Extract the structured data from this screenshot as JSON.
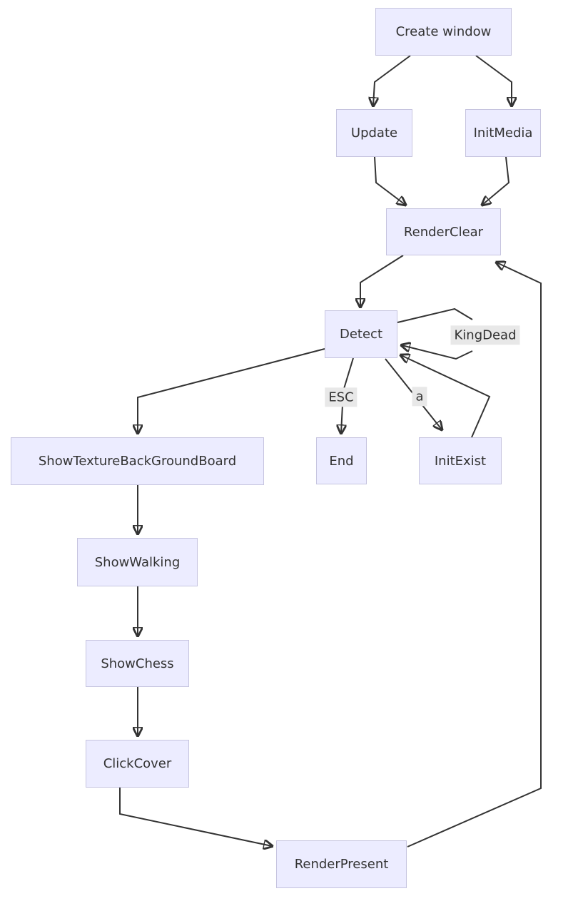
{
  "diagram": {
    "type": "flowchart",
    "direction": "top-down",
    "nodes": {
      "create_window": {
        "label": "Create window"
      },
      "update": {
        "label": "Update"
      },
      "init_media": {
        "label": "InitMedia"
      },
      "render_clear": {
        "label": "RenderClear"
      },
      "detect": {
        "label": "Detect"
      },
      "show_texture": {
        "label": "ShowTextureBackGroundBoard"
      },
      "end": {
        "label": "End"
      },
      "init_exist": {
        "label": "InitExist"
      },
      "show_walking": {
        "label": "ShowWalking"
      },
      "show_chess": {
        "label": "ShowChess"
      },
      "click_cover": {
        "label": "ClickCover"
      },
      "render_present": {
        "label": "RenderPresent"
      }
    },
    "edge_labels": {
      "king_dead": "KingDead",
      "esc": "ESC",
      "a": "a"
    },
    "edges": [
      {
        "from": "Create window",
        "to": "Update",
        "label": ""
      },
      {
        "from": "Create window",
        "to": "InitMedia",
        "label": ""
      },
      {
        "from": "Update",
        "to": "RenderClear",
        "label": ""
      },
      {
        "from": "InitMedia",
        "to": "RenderClear",
        "label": ""
      },
      {
        "from": "RenderClear",
        "to": "Detect",
        "label": ""
      },
      {
        "from": "Detect",
        "to": "Detect",
        "label": "KingDead"
      },
      {
        "from": "Detect",
        "to": "End",
        "label": "ESC"
      },
      {
        "from": "Detect",
        "to": "InitExist",
        "label": "a"
      },
      {
        "from": "InitExist",
        "to": "Detect",
        "label": ""
      },
      {
        "from": "Detect",
        "to": "ShowTextureBackGroundBoard",
        "label": ""
      },
      {
        "from": "ShowTextureBackGroundBoard",
        "to": "ShowWalking",
        "label": ""
      },
      {
        "from": "ShowWalking",
        "to": "ShowChess",
        "label": ""
      },
      {
        "from": "ShowChess",
        "to": "ClickCover",
        "label": ""
      },
      {
        "from": "ClickCover",
        "to": "RenderPresent",
        "label": ""
      },
      {
        "from": "RenderPresent",
        "to": "RenderClear",
        "label": ""
      }
    ],
    "colors": {
      "node_fill": "#ECECFF",
      "node_border": "#C6C4DF",
      "edge": "#333333",
      "edge_label_bg": "#E8E8E8",
      "text": "#333333",
      "background": "#FFFFFF"
    }
  }
}
